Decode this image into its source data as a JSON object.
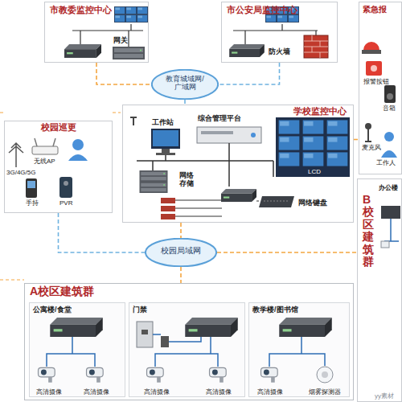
{
  "diagram": {
    "nodes": [
      {
        "text": [
          "市教委监控中心"
        ]
      },
      {
        "text": [
          "网关"
        ],
        "in": 0
      },
      {
        "text": [
          "市公安局监控中心"
        ]
      },
      {
        "text": [
          "防火墙"
        ],
        "in": 2
      },
      {
        "text": [
          "教育城域网/广域网"
        ]
      },
      {
        "text": [
          "学校监控中心"
        ]
      },
      {
        "text": [
          "工作站"
        ],
        "in": 5
      },
      {
        "text": [
          "综合管理平台"
        ],
        "in": 5
      },
      {
        "text": [
          "网络存储"
        ],
        "in": 5
      },
      {
        "text": [
          "网络键盘"
        ],
        "in": 5
      },
      {
        "text": [
          "校园巡更"
        ]
      },
      {
        "text": [
          "校园局域网"
        ]
      },
      {
        "text": [
          "A校区建筑群"
        ]
      },
      {
        "text": [
          "公寓楼/食堂"
        ],
        "in": 12
      },
      {
        "text": [
          "门禁"
        ],
        "in": 12
      },
      {
        "text": [
          "教学楼/图书馆"
        ],
        "in": 12
      },
      {
        "text": [
          "B校区建筑群"
        ]
      },
      {
        "text": [
          "办公楼"
        ],
        "in": 16
      },
      {
        "text": [
          "紧急报"
        ]
      }
    ],
    "edges": [
      {
        "from": 0,
        "to": 4,
        "arrow": "none"
      },
      {
        "from": 2,
        "to": 4,
        "arrow": "none"
      },
      {
        "from": 4,
        "to": 5,
        "arrow": "none"
      },
      {
        "from": 5,
        "to": 11,
        "arrow": "none"
      },
      {
        "from": 10,
        "to": 11,
        "arrow": "none"
      },
      {
        "from": 11,
        "to": 12,
        "arrow": "none"
      },
      {
        "from": 11,
        "to": 16,
        "arrow": "none"
      },
      {
        "from": 5,
        "to": 18,
        "arrow": "none"
      }
    ],
    "labels": [
      "LCD",
      "3G/4G/5G",
      "无线AP",
      "手持",
      "PVR",
      "高清摄像",
      "高清摄像",
      "高清摄像",
      "高清摄像",
      "高清摄像",
      "烟雾探测器",
      "报警按钮",
      "音箱",
      "麦克风",
      "工作人",
      "yy素材"
    ]
  }
}
